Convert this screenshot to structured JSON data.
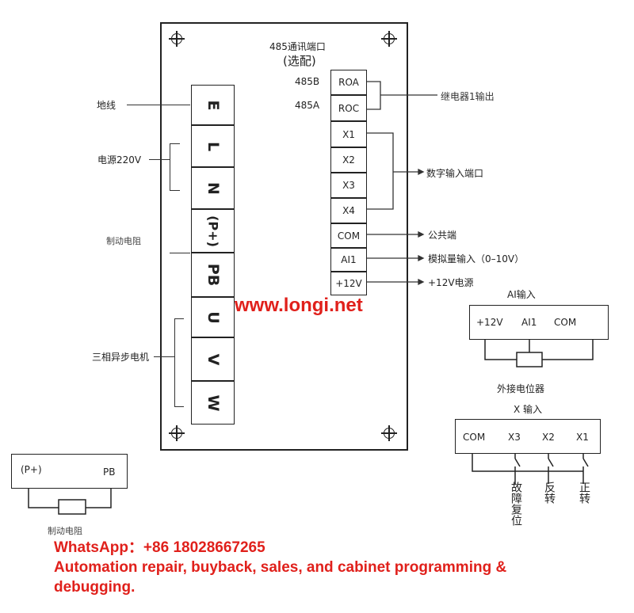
{
  "board": {
    "rs485_title": "485通讯端口",
    "rs485_sub": "(选配)"
  },
  "left_terminals": [
    "E",
    "L",
    "N",
    "(P+)",
    "PB",
    "U",
    "V",
    "W"
  ],
  "left_labels": {
    "ground": "地线",
    "power": "电源220V",
    "brake": "制动电阻",
    "motor": "三相异步电机"
  },
  "right_terminals": [
    "ROA",
    "ROC",
    "X1",
    "X2",
    "X3",
    "X4",
    "COM",
    "AI1",
    "+12V"
  ],
  "rs485_pins": {
    "b": "485B",
    "a": "485A"
  },
  "right_labels": {
    "relay": "继电器1输出",
    "digital": "数字输入端口",
    "common": "公共端",
    "analog": "模拟量输入（0–10V）",
    "power12": "+12V电源"
  },
  "watermark": "www.longi.net",
  "ai_input": {
    "title": "AI输入",
    "pins": [
      "+12V",
      "AI1",
      "COM"
    ],
    "pot_label": "外接电位器"
  },
  "x_input": {
    "title": "X 输入",
    "pins": [
      "COM",
      "X3",
      "X2",
      "X1"
    ],
    "functions": [
      "故障复位",
      "反转",
      "正转"
    ]
  },
  "brake_box": {
    "pins": [
      "(P+)",
      "PB"
    ],
    "label": "制动电阻"
  },
  "footer": {
    "whatsapp": "WhatsApp：+86 18028667265",
    "line2": "Automation repair, buyback, sales, and cabinet programming &",
    "line3": "debugging."
  }
}
